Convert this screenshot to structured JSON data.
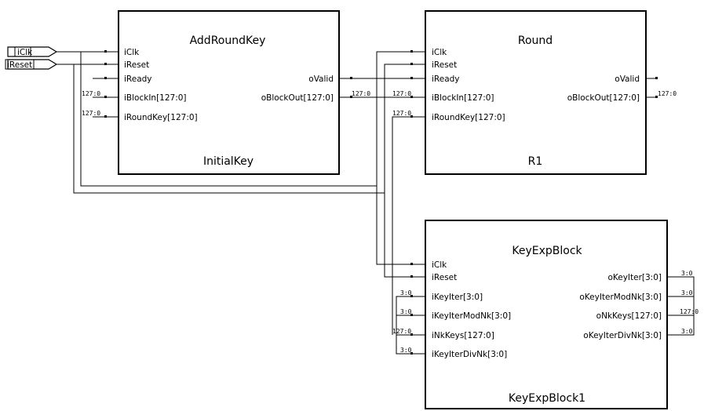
{
  "external_ports": [
    {
      "label": "iClk"
    },
    {
      "label": "iReset"
    }
  ],
  "blocks": [
    {
      "type_name": "AddRoundKey",
      "instance_name": "InitialKey",
      "inputs": [
        "iClk",
        "iReset",
        "iReady",
        "iBlockIn[127:0]",
        "iRoundKey[127:0]"
      ],
      "outputs": [
        "oValid",
        "oBlockOut[127:0]"
      ]
    },
    {
      "type_name": "Round",
      "instance_name": "R1",
      "inputs": [
        "iClk",
        "iReset",
        "iReady",
        "iBlockIn[127:0]",
        "iRoundKey[127:0]"
      ],
      "outputs": [
        "oValid",
        "oBlockOut[127:0]"
      ]
    },
    {
      "type_name": "KeyExpBlock",
      "instance_name": "KeyExpBlock1",
      "inputs": [
        "iClk",
        "iReset",
        "iKeyIter[3:0]",
        "iKeyIterModNk[3:0]",
        "iNkKeys[127:0]",
        "iKeyIterDivNk[3:0]"
      ],
      "outputs": [
        "oKeyIter[3:0]",
        "oKeyIterModNk[3:0]",
        "oNkKeys[127:0]",
        "oKeyIterDivNk[3:0]"
      ]
    }
  ],
  "bus_labels": {
    "b127": "127:0",
    "b3": "3:0"
  },
  "colors": {
    "line": "#000000",
    "background": "#ffffff"
  }
}
